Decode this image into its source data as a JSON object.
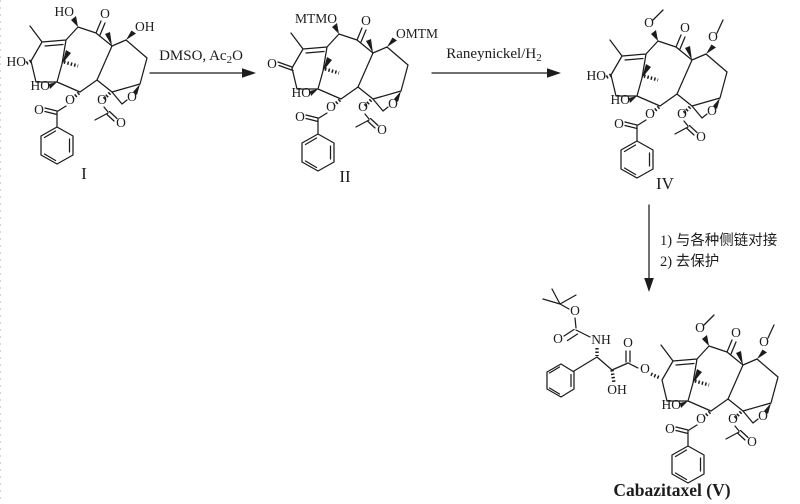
{
  "colors": {
    "ink": "#1c1c1c",
    "background": "#ffffff"
  },
  "molecules": {
    "I": {
      "caption": "I",
      "labels": {
        "c10": "HO",
        "ketone_o": "O",
        "c7": "OH",
        "c13": "HO",
        "c1": "HO",
        "benzoate_ester_o": "O",
        "benzoate_carbonyl_o": "O",
        "acetate_ester_o": "O",
        "acetate_carbonyl_o": "O",
        "oxetane_o": "O"
      }
    },
    "II": {
      "caption": "II",
      "labels": {
        "c10": "MTMO",
        "ketone_o": "O",
        "c7": "OMTM",
        "c13_ketone_o": "O",
        "c1": "HO",
        "benzoate_ester_o": "O",
        "benzoate_carbonyl_o": "O",
        "acetate_ester_o": "O",
        "acetate_carbonyl_o": "O",
        "oxetane_o": "O"
      }
    },
    "IV": {
      "caption": "IV",
      "labels": {
        "c10_methoxy_o": "O",
        "ketone_o": "O",
        "c7_methoxy_o": "O",
        "c13": "HO",
        "c1": "HO",
        "benzoate_ester_o": "O",
        "benzoate_carbonyl_o": "O",
        "acetate_ester_o": "O",
        "acetate_carbonyl_o": "O",
        "oxetane_o": "O"
      }
    },
    "V": {
      "caption": "Cabazitaxel (V)",
      "labels": {
        "c10_methoxy_o": "O",
        "ketone_o": "O",
        "c7_methoxy_o": "O",
        "c1": "HO",
        "benzoate_ester_o": "O",
        "benzoate_carbonyl_o": "O",
        "acetate_ester_o": "O",
        "acetate_carbonyl_o": "O",
        "oxetane_o": "O",
        "c13_ester_o": "O",
        "boc_ester_o": "O",
        "boc_carbonyl_o": "O",
        "amide_nh": "NH",
        "sidechain_carbonyl_o": "O",
        "sidechain_hydroxyl": "OH"
      }
    }
  },
  "arrows": {
    "step1": {
      "reagent_pre": "DMSO, Ac",
      "reagent_sub": "2",
      "reagent_post": "O"
    },
    "step2": {
      "reagent_pre": "Raneynickel/H",
      "reagent_sub": "2",
      "reagent_post": ""
    },
    "step3": {
      "condition_line1": "1) 与各种侧链对接",
      "condition_line2": "2) 去保护"
    }
  }
}
